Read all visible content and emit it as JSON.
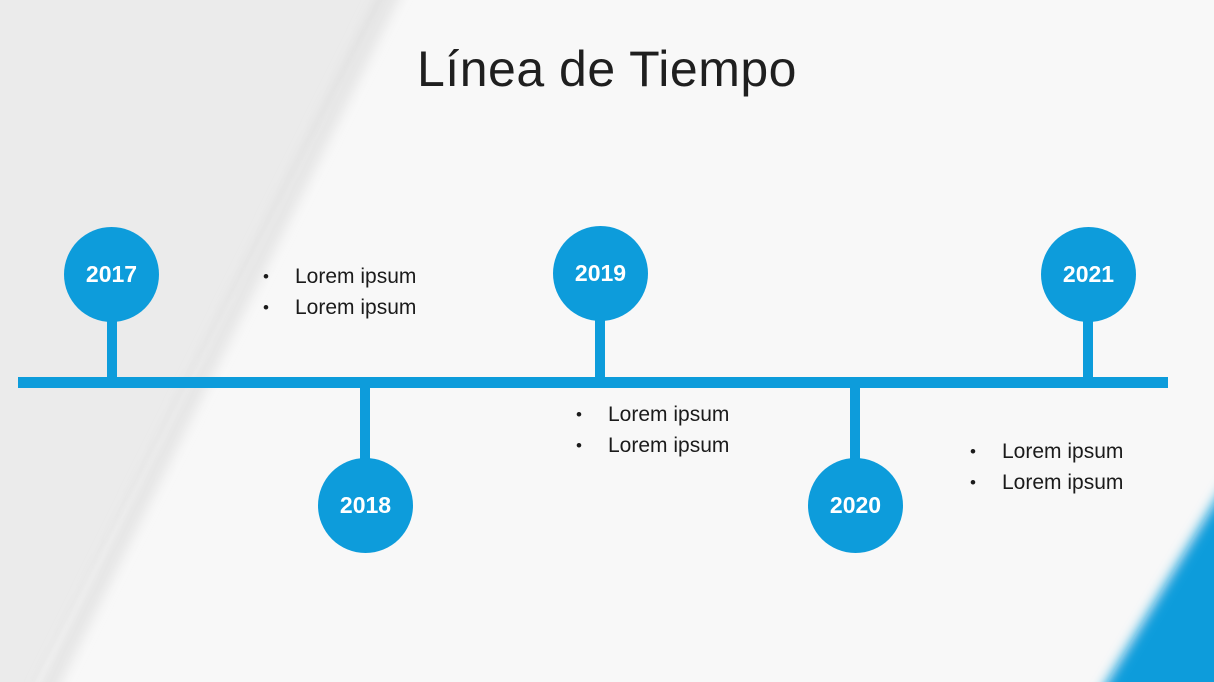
{
  "slide": {
    "title": "Línea de Tiempo",
    "colors": {
      "accent_blue": "#0d9cdb",
      "background_light": "#f7f7f7",
      "background_left_panel": "#ebebeb",
      "text_dark": "#1b1b1b",
      "year_text": "#ffffff"
    }
  },
  "timeline": {
    "bullet_char": "•",
    "events": [
      {
        "year": "2017",
        "side": "above"
      },
      {
        "year": "2018",
        "side": "below"
      },
      {
        "year": "2019",
        "side": "above"
      },
      {
        "year": "2020",
        "side": "below"
      },
      {
        "year": "2021",
        "side": "above"
      }
    ],
    "notes": [
      {
        "near": "2017",
        "items": [
          "Lorem ipsum",
          "Lorem ipsum"
        ]
      },
      {
        "near": "2019",
        "items": [
          "Lorem ipsum",
          "Lorem ipsum"
        ]
      },
      {
        "near": "2021",
        "items": [
          "Lorem ipsum",
          "Lorem ipsum"
        ]
      }
    ]
  }
}
